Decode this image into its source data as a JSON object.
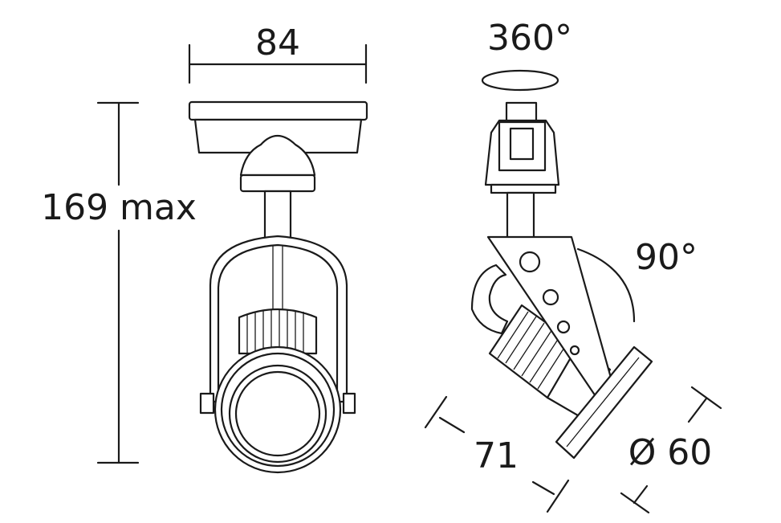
{
  "labels": {
    "width": "84",
    "height": "169 max",
    "rotation": "360°",
    "tilt": "90°",
    "length": "71",
    "diameter": "Ø 60"
  },
  "colors": {
    "line": "#1a1a1a",
    "background": "#ffffff"
  }
}
